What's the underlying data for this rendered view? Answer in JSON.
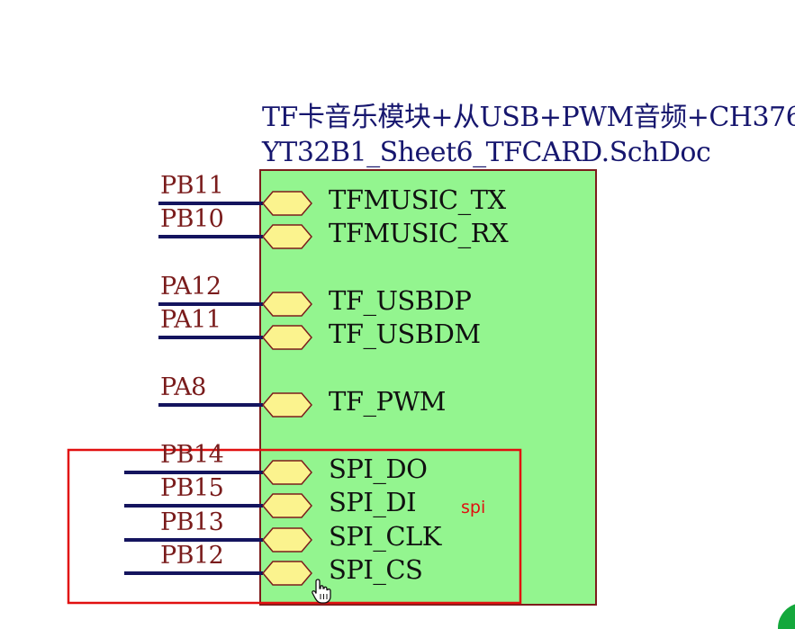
{
  "sheet_symbol": {
    "title_line1": "TF卡音乐模块+从USB+PWM音频+CH376",
    "title_line2": "YT32B1_Sheet6_TFCARD.SchDoc",
    "fill_color": "#93f58f",
    "border_color": "#7c1c1c",
    "title_color": "#16166e"
  },
  "ports": [
    {
      "name": "TFMUSIC_TX",
      "net": "PB11"
    },
    {
      "name": "TFMUSIC_RX",
      "net": "PB10"
    },
    {
      "name": "TF_USBDP",
      "net": "PA12"
    },
    {
      "name": "TF_USBDM",
      "net": "PA11"
    },
    {
      "name": "TF_PWM",
      "net": "PA8"
    },
    {
      "name": "SPI_DO",
      "net": "PB14"
    },
    {
      "name": "SPI_DI",
      "net": "PB15"
    },
    {
      "name": "SPI_CLK",
      "net": "PB13"
    },
    {
      "name": "SPI_CS",
      "net": "PB12"
    }
  ],
  "annotation": {
    "text": "spi",
    "color": "#e11010"
  },
  "colors": {
    "wire": "#14145e",
    "port_fill": "#fbf38e",
    "port_stroke": "#7c1c1c",
    "net_label": "#7a1c1c"
  },
  "icons": {
    "cursor": "hand-pointer-icon"
  }
}
